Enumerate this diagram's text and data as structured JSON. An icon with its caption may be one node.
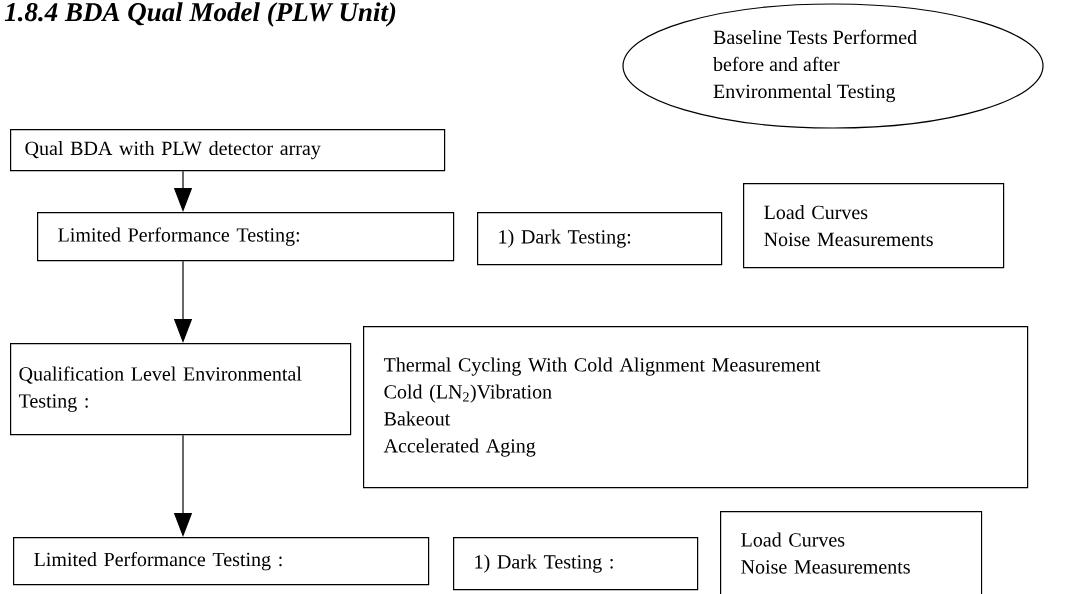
{
  "diagram": {
    "title": "1.8.4 BDA Qual Model (PLW Unit)",
    "nodes": [
      {
        "text": [
          "Baseline Tests Performed before and after Environmental Testing"
        ]
      },
      {
        "text": [
          "Qual BDA with PLW detector array"
        ]
      },
      {
        "text": [
          "Limited Performance Testing:"
        ]
      },
      {
        "text": [
          "1) Dark Testing:"
        ]
      },
      {
        "text": [
          "Load Curves",
          "Noise Measurements"
        ]
      },
      {
        "text": [
          "Qualification Level Environmental Testing :"
        ]
      },
      {
        "text": [
          "Thermal Cycling With Cold Alignment Measurement",
          "Cold (LN$_{2}$)Vibration",
          "Bakeout",
          "Accelerated Aging"
        ]
      },
      {
        "text": [
          "Limited Performance Testing :"
        ]
      },
      {
        "text": [
          "1) Dark Testing :"
        ]
      },
      {
        "text": [
          "Load Curves",
          "Noise Measurements"
        ]
      }
    ],
    "edges": [
      {
        "from": 1,
        "to": 2,
        "arrow": "to"
      },
      {
        "from": 2,
        "to": 5,
        "arrow": "to"
      },
      {
        "from": 5,
        "to": 7,
        "arrow": "to"
      }
    ]
  }
}
